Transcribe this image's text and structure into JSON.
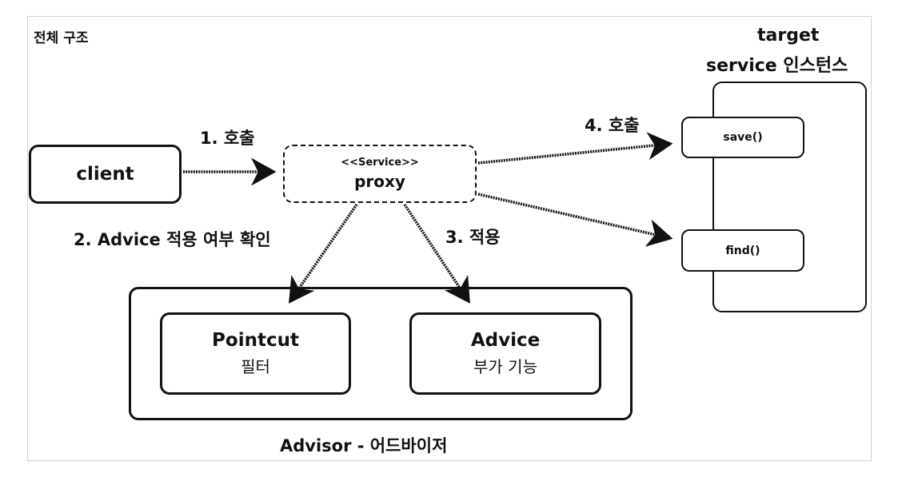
{
  "title": "전체 구조",
  "target": {
    "line1": "target",
    "line2": "service 인스턴스"
  },
  "methods": {
    "save": "save()",
    "find": "find()"
  },
  "client": "client",
  "proxy": {
    "stereotype": "<<Service>>",
    "name": "proxy"
  },
  "steps": {
    "call1": "1. 호출",
    "check2": "2. Advice 적용 여부 확인",
    "apply3": "3. 적용",
    "call4": "4. 호출"
  },
  "pointcut": {
    "name": "Pointcut",
    "desc": "필터"
  },
  "advice": {
    "name": "Advice",
    "desc": "부가 기능"
  },
  "advisor": "Advisor - 어드바이저"
}
